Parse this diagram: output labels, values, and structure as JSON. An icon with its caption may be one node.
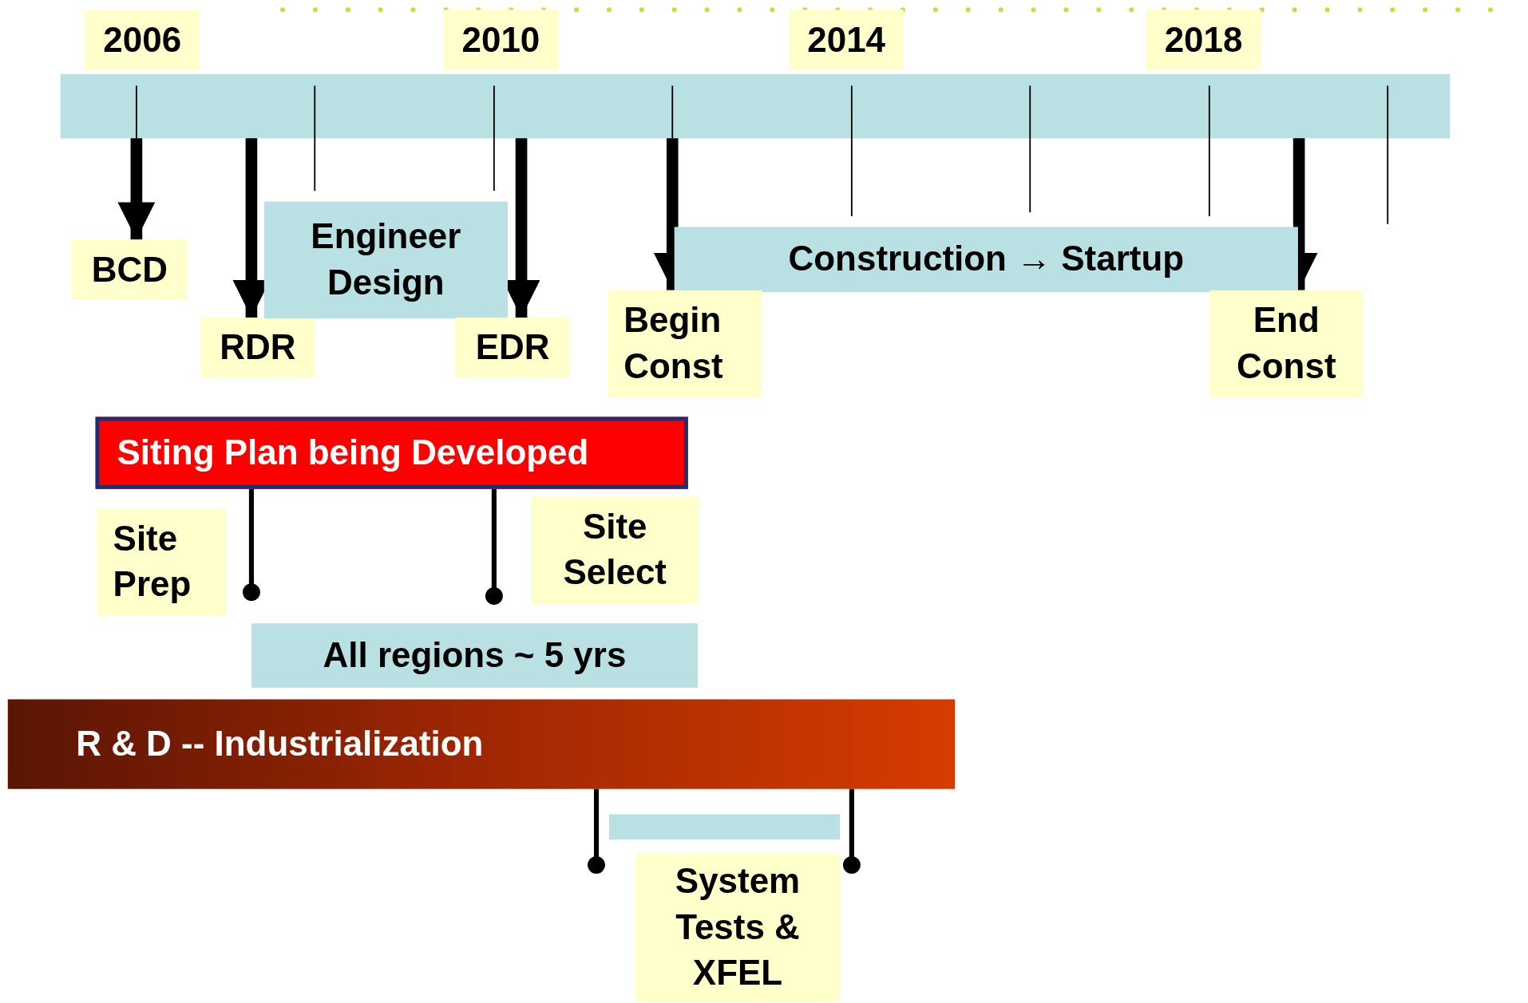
{
  "diagram": {
    "nodes": [
      {
        "text": [
          "2006"
        ]
      },
      {
        "text": [
          "2010"
        ]
      },
      {
        "text": [
          "2014"
        ]
      },
      {
        "text": [
          "2018"
        ]
      },
      {
        "text": [],
        "shape": "bar"
      },
      {
        "text": [
          "BCD"
        ]
      },
      {
        "text": [
          "RDR"
        ]
      },
      {
        "text": [
          "Engineer Design"
        ]
      },
      {
        "text": [
          "EDR"
        ]
      },
      {
        "text": [
          "Construction → Startup"
        ]
      },
      {
        "text": [
          "Begin Const"
        ]
      },
      {
        "text": [
          "End Const"
        ]
      },
      {
        "text": [
          "Siting Plan being Developed"
        ]
      },
      {
        "text": [
          "Site Prep"
        ]
      },
      {
        "text": [
          "Site Select"
        ]
      },
      {
        "text": [
          "All regions ~ 5 yrs"
        ]
      },
      {
        "text": [
          "R & D -- Industrialization"
        ]
      },
      {
        "text": [],
        "shape": "bar"
      },
      {
        "text": [
          "System Tests & XFEL"
        ]
      }
    ],
    "edges": [
      {
        "from": 4,
        "to": 5,
        "arrow": "to"
      },
      {
        "from": 4,
        "to": 6,
        "arrow": "to"
      },
      {
        "from": 4,
        "to": 8,
        "arrow": "to"
      },
      {
        "from": 4,
        "to": 10,
        "arrow": "to"
      },
      {
        "from": 4,
        "to": 11,
        "arrow": "to"
      },
      {
        "from": 12,
        "to": 13,
        "arrow": "other"
      },
      {
        "from": 12,
        "to": 15,
        "arrow": "other"
      },
      {
        "from": 16,
        "to": 17,
        "arrow": "other"
      },
      {
        "from": 16,
        "to": 17,
        "arrow": "other"
      }
    ]
  }
}
